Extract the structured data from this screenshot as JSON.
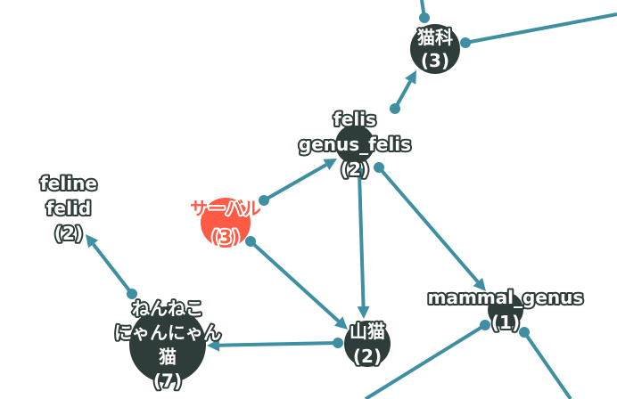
{
  "graph": {
    "colors": {
      "node": "#2f3d3a",
      "selected_node": "#ff5a45",
      "edge": "#3f8fa3",
      "label_fill": "#ffffff",
      "label_outline": "#2f3d3a"
    },
    "nodes": [
      {
        "id": "nekoka",
        "lines": [
          "猫科",
          "(3)"
        ]
      },
      {
        "id": "felis",
        "lines": [
          "felis",
          "genus_felis",
          "(2)"
        ]
      },
      {
        "id": "feline",
        "lines": [
          "feline",
          "felid",
          "(2)"
        ]
      },
      {
        "id": "serval",
        "lines": [
          "サーバル",
          "(3)"
        ],
        "selected": true
      },
      {
        "id": "neko",
        "lines": [
          "ねんねこ",
          "にゃんにゃん",
          "猫",
          "(7)"
        ]
      },
      {
        "id": "yamaneko",
        "lines": [
          "山猫",
          "(2)"
        ]
      },
      {
        "id": "mammal_genus",
        "lines": [
          "mammal_genus",
          "(1)"
        ]
      }
    ],
    "edges": [
      {
        "from": "serval",
        "to": "felis"
      },
      {
        "from": "felis",
        "to": "nekoka"
      },
      {
        "from": "felis",
        "to": "yamaneko"
      },
      {
        "from": "felis",
        "to": "mammal_genus"
      },
      {
        "from": "serval",
        "to": "yamaneko"
      },
      {
        "from": "yamaneko",
        "to": "neko"
      },
      {
        "from": "neko",
        "to": "feline"
      }
    ]
  }
}
